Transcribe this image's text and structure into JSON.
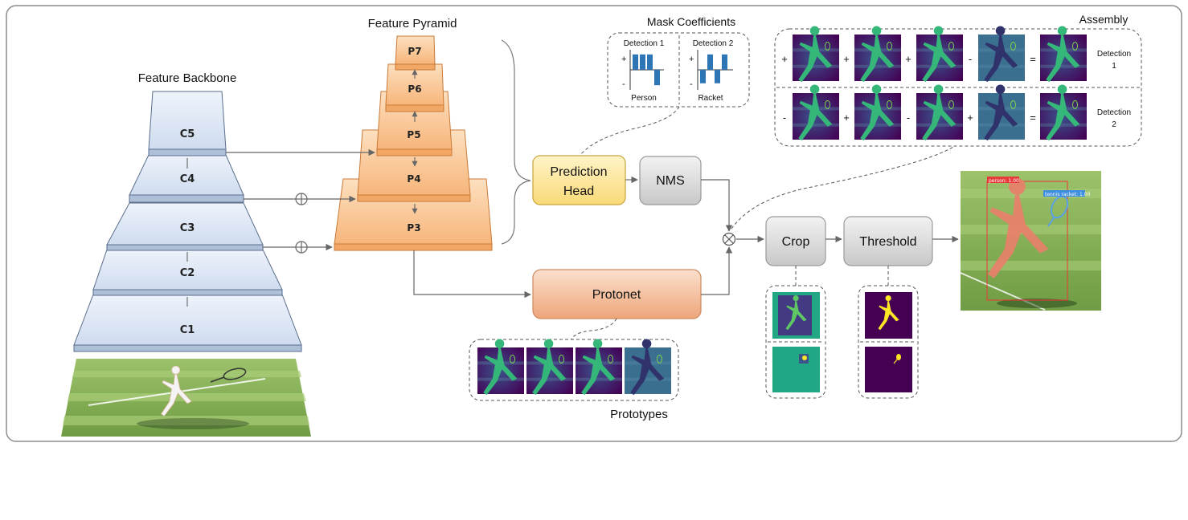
{
  "backbone": {
    "title": "Feature Backbone",
    "levels": [
      "C1",
      "C2",
      "C3",
      "C4",
      "C5"
    ]
  },
  "pyramid": {
    "title": "Feature Pyramid",
    "levels": [
      "P3",
      "P4",
      "P5",
      "P6",
      "P7"
    ]
  },
  "mask_coefficients": {
    "title": "Mask Coefficients",
    "detections": [
      {
        "title": "Detection 1",
        "label": "Person",
        "coefficients": [
          0.8,
          0.8,
          0.8,
          -0.8
        ]
      },
      {
        "title": "Detection 2",
        "label": "Racket",
        "coefficients": [
          -0.7,
          0.8,
          -0.7,
          0.8
        ]
      }
    ],
    "plus": "+",
    "minus": "-"
  },
  "boxes": {
    "prediction_head": [
      "Prediction",
      "Head"
    ],
    "nms": "NMS",
    "protonet": "Protonet",
    "crop": "Crop",
    "threshold": "Threshold"
  },
  "prototypes": {
    "label": "Prototypes",
    "count": 4
  },
  "assembly": {
    "title": "Assembly",
    "rows": [
      {
        "signs": [
          "+",
          "+",
          "+",
          "-"
        ],
        "equals": "=",
        "label": [
          "Detection",
          "1"
        ]
      },
      {
        "signs": [
          "-",
          "+",
          "-",
          "+"
        ],
        "equals": "=",
        "label": [
          "Detection",
          "2"
        ]
      }
    ]
  },
  "output": {
    "person_tag": "person: 1.00",
    "racket_tag": "tennis racket: 1.00"
  },
  "colors": {
    "backbone_fill": "#dbe6f5",
    "pyramid_fill": "#f9c48f",
    "prediction_fill": "#fde59a",
    "nms_fill": "#d9d9d9",
    "protonet_fill": "#f3b68b",
    "viridis_dark": "#440154",
    "viridis_mid": "#21918c",
    "viridis_bright": "#fde725",
    "coef_blue": "#2e75b6"
  }
}
